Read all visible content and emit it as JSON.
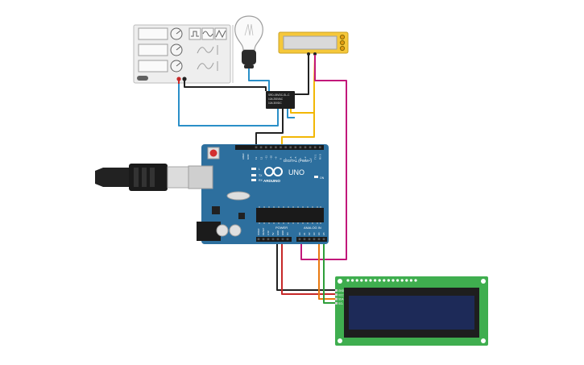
{
  "arduino": {
    "brand": "ARDUINO",
    "model": "UNO",
    "digital_label": "DIGITAL (PWM~)",
    "analog_label": "ANALOG IN",
    "power_label": "POWER",
    "on_label": "ON",
    "tx_label": "TX",
    "rx_label": "RX",
    "l_label": "L",
    "aref_label": "AREF",
    "gnd_label": "GND",
    "digital_pins": [
      "13",
      "12",
      "~11",
      "~10",
      "~9",
      "8",
      "7",
      "~6",
      "~5",
      "4",
      "~3",
      "2",
      "TX 1",
      "RX 0"
    ],
    "power_pins": [
      "IOREF",
      "RESET",
      "3.3V",
      "5V",
      "GND",
      "GND",
      "Vin"
    ],
    "analog_pins": [
      "A0",
      "A1",
      "A2",
      "A3",
      "A4",
      "A5"
    ]
  },
  "lcd": {
    "pin_labels": [
      "GND",
      "VCC",
      "SDA",
      "SCL"
    ]
  },
  "relay": {
    "lines": [
      "SRD-05VDC-SL-C",
      "10A 250VAC",
      "10A 30VDC"
    ]
  },
  "colors": {
    "arduino_blue": "#2d6f9e",
    "lcd_green": "#3fae4f",
    "wire_black": "#222222",
    "wire_red": "#c62828",
    "wire_blue": "#2a8fc8",
    "wire_yellow": "#f2b705",
    "wire_magenta": "#c2187a",
    "wire_orange": "#e97a12",
    "wire_green": "#2e9e3a",
    "display_yellow": "#f6c83a"
  },
  "icons": [
    "function-generator-icon",
    "light-bulb-icon",
    "usb-cable-icon"
  ]
}
